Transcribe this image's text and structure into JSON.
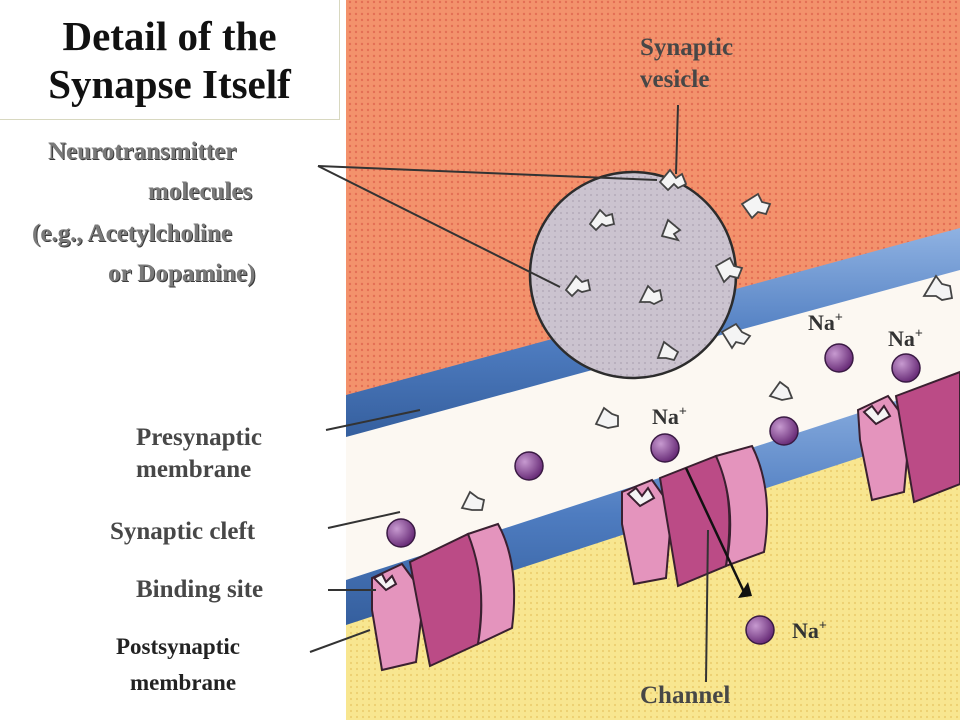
{
  "title": {
    "line1": "Detail of the",
    "line2": "Synapse Itself"
  },
  "labels": {
    "neurotransmitter": {
      "line1": "Neurotransmitter",
      "line2": "molecules",
      "line3": "(e.g., Acetylcholine",
      "line4": "or Dopamine)"
    },
    "synaptic_vesicle": {
      "line1": "Synaptic",
      "line2": "vesicle"
    },
    "presynaptic_membrane": {
      "line1": "Presynaptic",
      "line2": "membrane"
    },
    "synaptic_cleft": "Synaptic cleft",
    "binding_site": "Binding site",
    "postsynaptic_membrane": {
      "line1": "Postsynaptic",
      "line2": "membrane"
    },
    "channel": "Channel",
    "sodium_ion": {
      "symbol": "Na",
      "charge": "+"
    }
  },
  "colors": {
    "presynaptic_terminal": "#f0906a",
    "membrane": "#5b87c7",
    "cleft": "#fbf7f0",
    "postsynaptic_cell": "#f6e38a",
    "vesicle": "#c9c2cc",
    "receptor": "#c0508a",
    "ion": "#7a3f86"
  }
}
